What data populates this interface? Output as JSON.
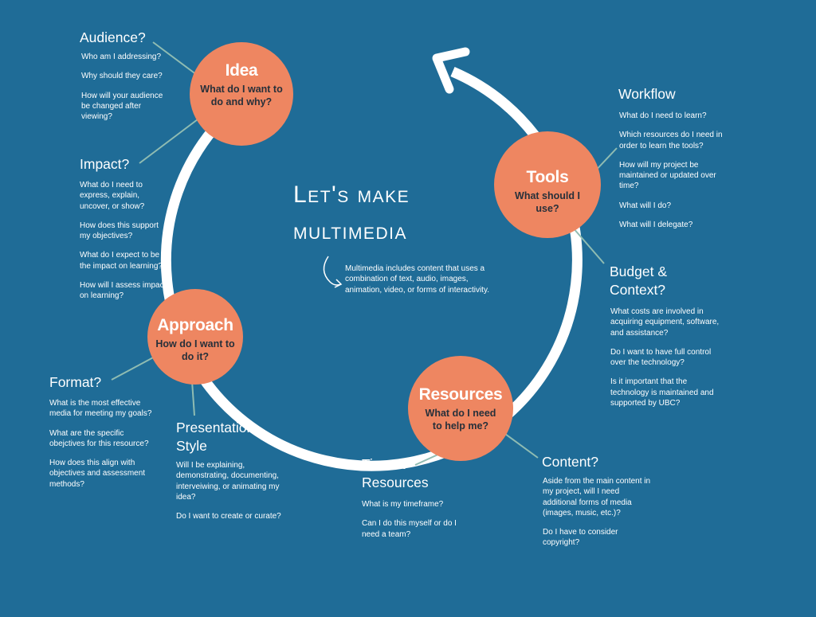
{
  "title": {
    "line1": "Let's make",
    "line2": "multimedia"
  },
  "definition": "Multimedia includes content that uses a combination of text, audio, images, animation, video, or forms of interactivity.",
  "colors": {
    "background": "#1f6c97",
    "node": "#ee8661",
    "ring": "#ffffff",
    "node_question": "#27303a",
    "connector": "#8fbcb2"
  },
  "icons": {
    "cycle_arrow": "circular-arrow-icon",
    "definition_pointer": "curved-arrow-icon"
  },
  "nodes": {
    "idea": {
      "title": "Idea",
      "question": "What do I want to do and why?"
    },
    "tools": {
      "title": "Tools",
      "question": "What should I use?"
    },
    "resources": {
      "title": "Resources",
      "question": "What do I need to help me?"
    },
    "approach": {
      "title": "Approach",
      "question": "How do I want to do it?"
    }
  },
  "groups": {
    "audience": {
      "heading": "Audience?",
      "items": [
        "Who am I addressing?",
        "Why should they care?",
        "How will your audience be changed after viewing?"
      ]
    },
    "impact": {
      "heading": "Impact?",
      "items": [
        "What do I need to express, explain, uncover, or show?",
        "How does this support my objectives?",
        "What do I expect to be the impact on learning?",
        "How will I assess impact on learning?"
      ]
    },
    "workflow": {
      "heading": "Workflow",
      "items": [
        "What do I need to learn?",
        "Which resources do I need in order to learn the tools?",
        "How will my project be maintained or updated over time?",
        "What will I do?",
        "What will I delegate?"
      ]
    },
    "budget": {
      "heading_line1": "Budget &",
      "heading_line2": "Context?",
      "items": [
        "What costs are involved in acquiring equipment, software, and assistance?",
        "Do I want to have full control over the technology?",
        "Is it important that the technology is maintained and supported by UBC?"
      ]
    },
    "format": {
      "heading": "Format?",
      "items": [
        "What is the most effective media for meeting my goals?",
        "What are the specific obejctives for this resource?",
        "How does this align with objectives and assessment methods?"
      ]
    },
    "presentation": {
      "heading_line1": "Presentation",
      "heading_line2": "Style",
      "items": [
        "Will I be explaining, demonstrating, documenting, interveiwing, or animating my idea?",
        "Do I want to create or curate?"
      ]
    },
    "time": {
      "heading_line1": "Time &",
      "heading_line2": "Resources",
      "items": [
        "What is my timeframe?",
        "Can I do this myself or do I need a team?"
      ]
    },
    "content": {
      "heading": "Content?",
      "items": [
        "Aside from the main content in my project, will I need additional forms of media (images, music, etc.)?",
        "Do I have to consider copyright?"
      ]
    }
  }
}
